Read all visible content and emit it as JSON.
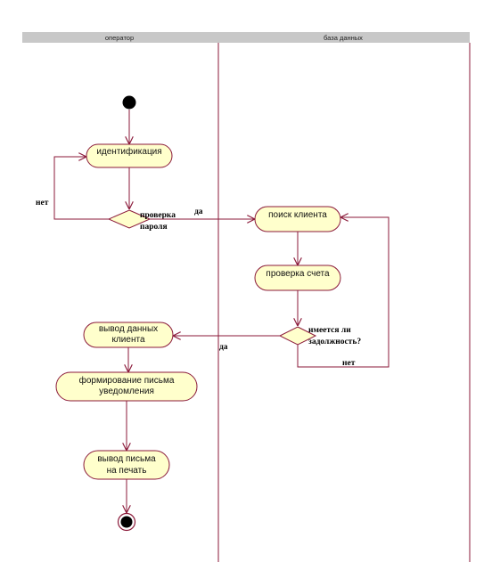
{
  "diagram": {
    "lanes": [
      {
        "title": "оператор"
      },
      {
        "title": "база данных"
      }
    ],
    "activities": {
      "identification": "идентификация",
      "search_client": "поиск клиента",
      "check_account": "проверка счета",
      "output_data_line1": "вывод данных",
      "output_data_line2": "клиента",
      "form_letter_line1": "формирование письма",
      "form_letter_line2": "уведомления",
      "print_letter_line1": "вывод письма",
      "print_letter_line2": "на печать"
    },
    "decisions": {
      "password_check_line1": "проверка",
      "password_check_line2": "пароля",
      "debt_check_line1": "имеется ли",
      "debt_check_line2": "задолжность?"
    },
    "guards": {
      "password_no": "нет",
      "password_yes": "да",
      "debt_yes": "да",
      "debt_no": "нет"
    },
    "colors": {
      "line": "#8b1a3a",
      "activity_fill": "#ffffcc",
      "header_fill": "#c8c8c8",
      "lane_line": "#8b1a3a"
    }
  }
}
